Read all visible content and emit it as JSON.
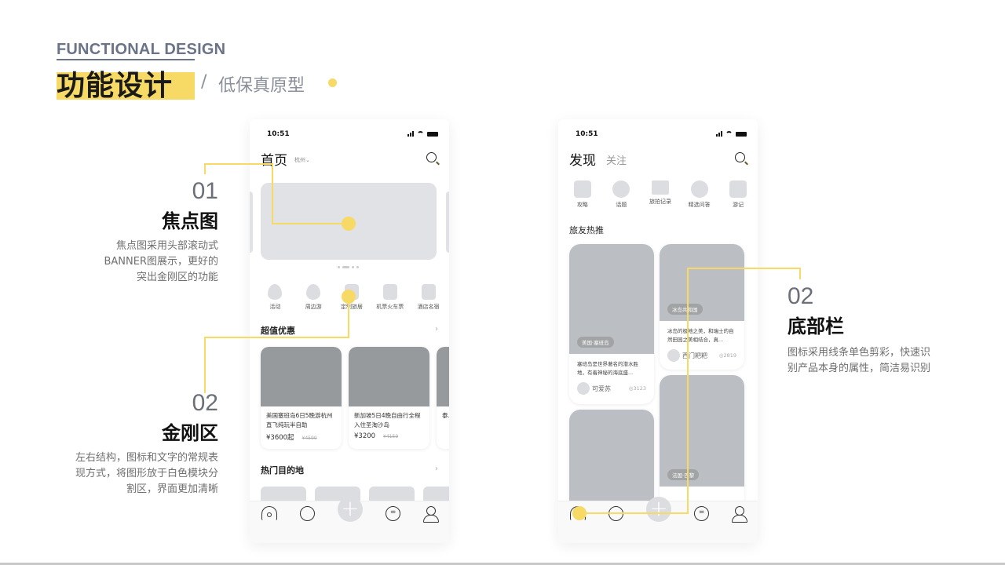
{
  "header": {
    "eyebrow": "FUNCTIONAL DESIGN",
    "title": "功能设计",
    "separator": "/",
    "subtitle": "低保真原型"
  },
  "annotations": [
    {
      "num": "01",
      "title": "焦点图",
      "desc": [
        "焦点图采用头部滚动式",
        "BANNER图展示，更好的",
        "突出金刚区的功能"
      ]
    },
    {
      "num": "02",
      "title": "金刚区",
      "desc": [
        "左右结构，图标和文字的常规表",
        "现方式，将图形放于白色模块分",
        "割区，界面更加清晰"
      ]
    },
    {
      "num": "02",
      "title": "底部栏",
      "desc": [
        "图标采用线条单色剪彩，快速识",
        "别产品本身的属性，简洁易识别"
      ]
    }
  ],
  "colors": {
    "accent": "#f7d966",
    "ink": "#111111",
    "placeholder": "#dcdde1",
    "image": "#979a9d"
  },
  "home": {
    "time": "10:51",
    "title": "首页",
    "city": "杭州⌄",
    "nav": [
      {
        "label": "活动",
        "icon": "flame-icon"
      },
      {
        "label": "周边游",
        "icon": "map-pin-icon"
      },
      {
        "label": "定制旅居",
        "icon": "custom-trip-icon"
      },
      {
        "label": "机票火车票",
        "icon": "plane-icon"
      },
      {
        "label": "酒店名宿",
        "icon": "hotel-icon"
      }
    ],
    "deals_title": "超值优惠",
    "deals": [
      {
        "title": "美国塞班岛6日5晚游杭州直飞纯玩半自助",
        "price": "¥3600起",
        "old": "¥4599"
      },
      {
        "title": "新加坡5日4晚自由行全程入住圣淘沙岛",
        "price": "¥3200",
        "old": "¥4159"
      },
      {
        "title": "泰…",
        "price": "¥",
        "old": ""
      }
    ],
    "dest_title": "热门目的地",
    "chevron": "›",
    "tabs": [
      "home",
      "discover",
      "add",
      "message",
      "profile"
    ],
    "plus": "+"
  },
  "discover": {
    "time": "10:51",
    "title": "发现",
    "follow": "关注",
    "nav": [
      {
        "label": "攻略",
        "icon": "guide-icon"
      },
      {
        "label": "话题",
        "icon": "topic-icon"
      },
      {
        "label": "旅拍记录",
        "icon": "photo-record-icon"
      },
      {
        "label": "精选问答",
        "icon": "qa-icon"
      },
      {
        "label": "游记",
        "icon": "travel-note-icon"
      }
    ],
    "feed_title": "旅友热推",
    "feed": [
      {
        "loc": "美国·塞班岛",
        "text": "塞班岛是世界著名的潜水胜地，有着神秘的海底盛...",
        "user": "可爱苏",
        "views": "◎3123"
      },
      {
        "loc": "冰岛共和国",
        "text": "冰岛的极地之美，和瑞士的自然田园之美相结合，真...",
        "user": "西门粑粑",
        "views": "◎2819"
      },
      {
        "loc": "法国·巴黎"
      }
    ],
    "msg_glyph": "="
  }
}
